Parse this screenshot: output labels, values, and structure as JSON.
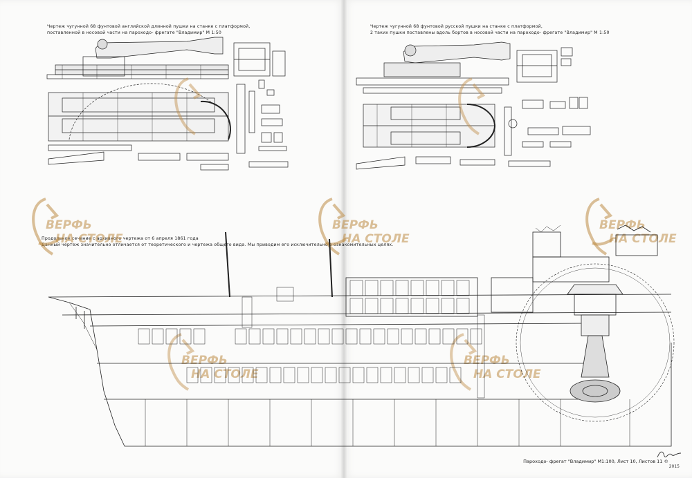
{
  "document": {
    "caption_left_line1": "Чертеж чугунной 68 фунтовой английской длинной пушки на станке с платформой,",
    "caption_left_line2": "поставленной в носовой части на пароходо- фрегате \"Владимир\" М 1:50",
    "caption_right_line1": "Чертеж чугунной 68 фунтовой русской пушки на станке с платформой,",
    "caption_right_line2": "2 таких пушки поставлены вдоль бортов в носовой части на пароходо- фрегате \"Владимир\" М 1:50",
    "section_caption_line1": "Продольное сечение с архивного чертежа от 6 апреля 1861 года",
    "section_caption_line2": "Данный чертеж значительно отличается от теоретического и чертежа общего вида. Мы приводим его исключительно в ознакомительных целях.",
    "footer": "Пароходо- фрегат \"Владимир\" М1:100, Лист 10, Листов 11",
    "footer_symbol": "©",
    "signature_year": "2015"
  },
  "watermark": {
    "line1": "ВЕРФЬ",
    "line2": "НА СТОЛЕ",
    "color": "#c08a46"
  },
  "colors": {
    "paper": "#fbfbfa",
    "ink": "#1a1a1a"
  }
}
